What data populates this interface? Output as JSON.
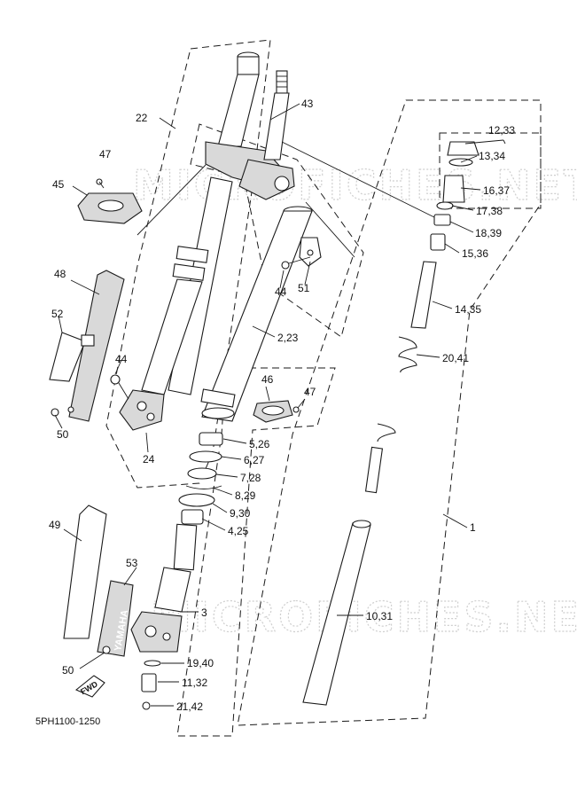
{
  "watermark": "MICROFICHES.NET",
  "diagram_code": "5PH1100-1250",
  "fwd_label": "FWD",
  "brand_label": "YAMAHA",
  "callouts": {
    "c1": "1",
    "c2_23": "2,23",
    "c3": "3",
    "c4_25": "4,25",
    "c5_26": "5,26",
    "c6_27": "6,27",
    "c7_28": "7,28",
    "c8_29": "8,29",
    "c9_30": "9,30",
    "c10_31": "10,31",
    "c11_32": "11,32",
    "c12_33": "12,33",
    "c13_34": "13,34",
    "c14_35": "14,35",
    "c15_36": "15,36",
    "c16_37": "16,37",
    "c17_38": "17,38",
    "c18_39": "18,39",
    "c19_40": "19,40",
    "c20_41": "20,41",
    "c21_42": "21,42",
    "c22": "22",
    "c24": "24",
    "c43": "43",
    "c44a": "44",
    "c44b": "44",
    "c45": "45",
    "c46": "46",
    "c47a": "47",
    "c47b": "47",
    "c48": "48",
    "c49": "49",
    "c50a": "50",
    "c50b": "50",
    "c51": "51",
    "c52": "52",
    "c53": "53"
  }
}
